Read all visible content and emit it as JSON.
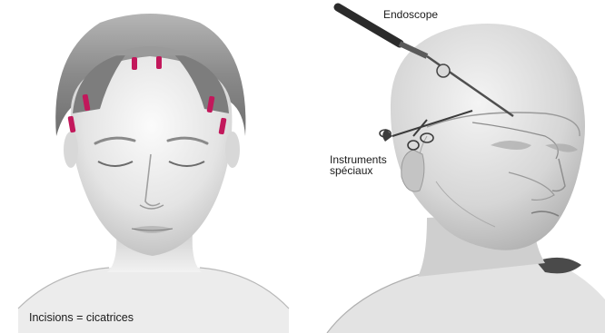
{
  "labels": {
    "left_caption": "Incisions = cicatrices",
    "endoscope": "Endoscope",
    "instruments_line1": "Instruments",
    "instruments_line2": "spéciaux"
  },
  "colors": {
    "incision_marks": "#c2185b",
    "skin": "#e9e9e9",
    "hair": "#8c8c8c"
  }
}
